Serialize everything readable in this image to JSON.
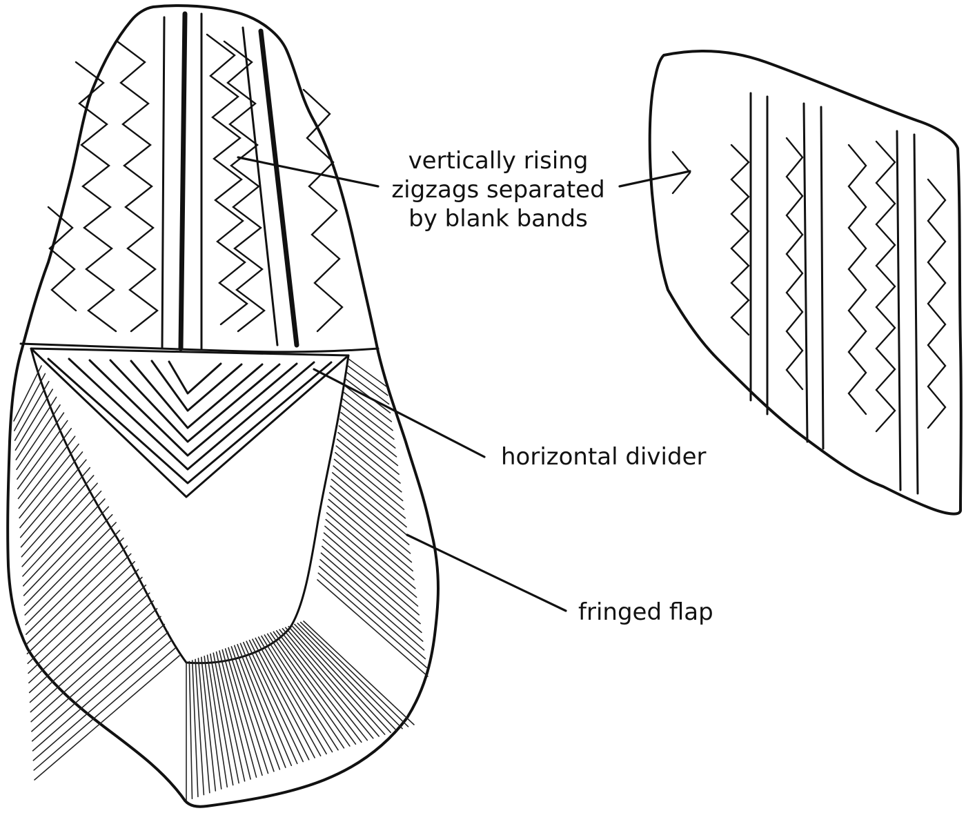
{
  "labels": {
    "zigzags": {
      "lines": [
        "vertically rising",
        "zigzags separated",
        "by blank bands"
      ]
    },
    "divider": "horizontal divider",
    "flap": "fringed flap"
  }
}
